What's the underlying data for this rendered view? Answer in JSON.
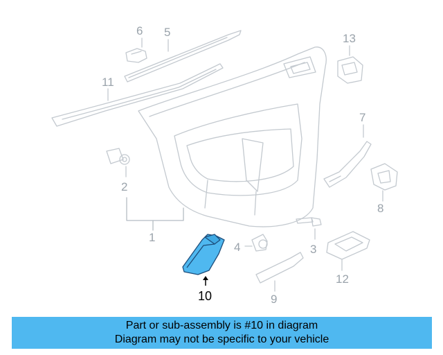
{
  "callouts": {
    "c1": "1",
    "c2": "2",
    "c3": "3",
    "c4": "4",
    "c5": "5",
    "c6": "6",
    "c7": "7",
    "c8": "8",
    "c9": "9",
    "c10": "10",
    "c11": "11",
    "c12": "12",
    "c13": "13"
  },
  "highlighted_part": "10",
  "banner": {
    "line1": "Part or sub-assembly is #10 in diagram",
    "line2": "Diagram may not be specific to your vehicle"
  },
  "colors": {
    "line_art": "#c3c9cf",
    "callout_text": "#9aa3ab",
    "highlight_fill": "#4fb8f0",
    "banner_bg": "#4fb8f0"
  }
}
